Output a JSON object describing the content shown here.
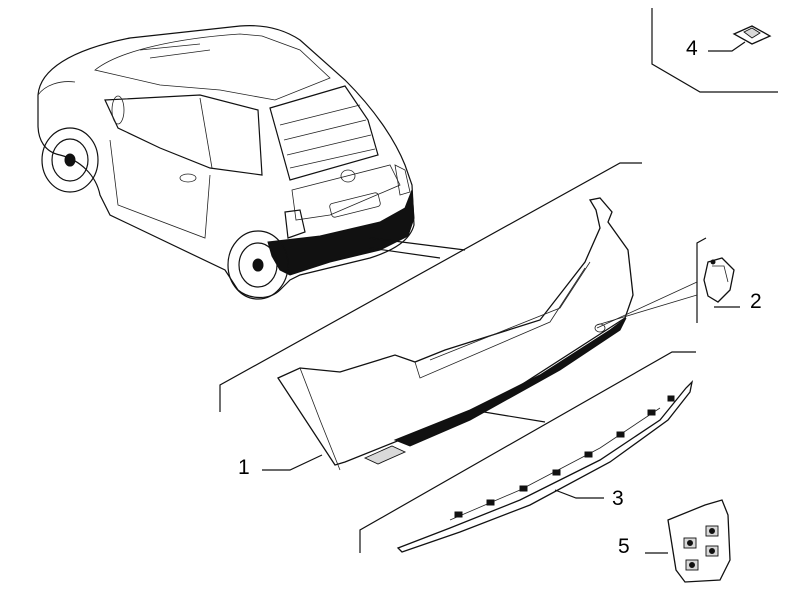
{
  "callouts": [
    {
      "id": "p1",
      "number": "1"
    },
    {
      "id": "p2",
      "number": "2"
    },
    {
      "id": "p3",
      "number": "3"
    },
    {
      "id": "p4",
      "number": "4"
    },
    {
      "id": "p5",
      "number": "5"
    }
  ],
  "colors": {
    "line": "#111111",
    "highlight": "#111111",
    "background": "#ffffff"
  }
}
